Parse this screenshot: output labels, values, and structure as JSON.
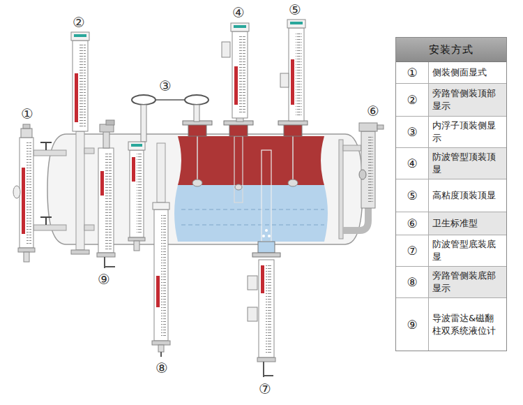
{
  "diagram": {
    "nodes": [
      {
        "text": [
          "安装方式"
        ]
      },
      {
        "text": [
          "①",
          "侧装侧面显式"
        ],
        "in": 0
      },
      {
        "text": [
          "②",
          "旁路管侧装顶部显示"
        ],
        "in": 0
      },
      {
        "text": [
          "③",
          "内浮子顶装侧显示"
        ],
        "in": 0
      },
      {
        "text": [
          "④",
          "防波管型顶装顶显"
        ],
        "in": 0
      },
      {
        "text": [
          "⑤",
          "高粘度顶装顶显"
        ],
        "in": 0
      },
      {
        "text": [
          "⑥",
          "卫生标准型"
        ],
        "in": 0
      },
      {
        "text": [
          "⑦",
          "防波管型底装底显"
        ],
        "in": 0
      },
      {
        "text": [
          "⑧",
          "旁路管侧装底部显示"
        ],
        "in": 0
      },
      {
        "text": [
          "⑨",
          "导波雷达&磁翻柱双系统液位计"
        ],
        "in": 0
      }
    ],
    "labels": [
      "④",
      "⑤",
      "②",
      "③",
      "①",
      "⑥",
      "⑨",
      "⑧",
      "⑦"
    ]
  }
}
